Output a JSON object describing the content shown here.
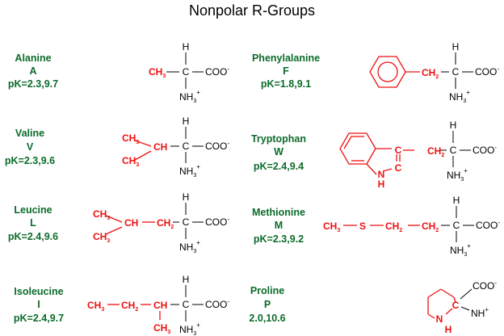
{
  "title": "Nonpolar R-Groups",
  "colors": {
    "name": "#0b6b2a",
    "r_group": "#ee1111",
    "backbone": "#000000"
  },
  "backbone": {
    "h": "H",
    "c": "C",
    "carboxylate": "COO",
    "minus": "-",
    "amine": "NH",
    "amine_sub": "3",
    "plus": "+"
  },
  "r_atoms": {
    "c": "C",
    "ch": "CH",
    "ch2": "CH",
    "ch3": "CH",
    "s": "S",
    "n": "N",
    "h": "H",
    "sub2": "2",
    "sub3": "3"
  },
  "amino_acids": [
    {
      "name": "Alanine",
      "letter": "A",
      "pk": "pK=2.3,9.7"
    },
    {
      "name": "Valine",
      "letter": "V",
      "pk": "pK=2.3,9.6"
    },
    {
      "name": "Leucine",
      "letter": "L",
      "pk": "pK=2.4,9.6"
    },
    {
      "name": "Isoleucine",
      "letter": "I",
      "pk": "pK=2.4,9.7"
    },
    {
      "name": "Phenylalanine",
      "letter": "F",
      "pk": "pK=1.8,9.1"
    },
    {
      "name": "Tryptophan",
      "letter": "W",
      "pk": "pK=2.4,9.4"
    },
    {
      "name": "Methionine",
      "letter": "M",
      "pk": "pK=2.3,9.2"
    },
    {
      "name": "Proline",
      "letter": "P",
      "pk": "2.0,10.6"
    }
  ]
}
